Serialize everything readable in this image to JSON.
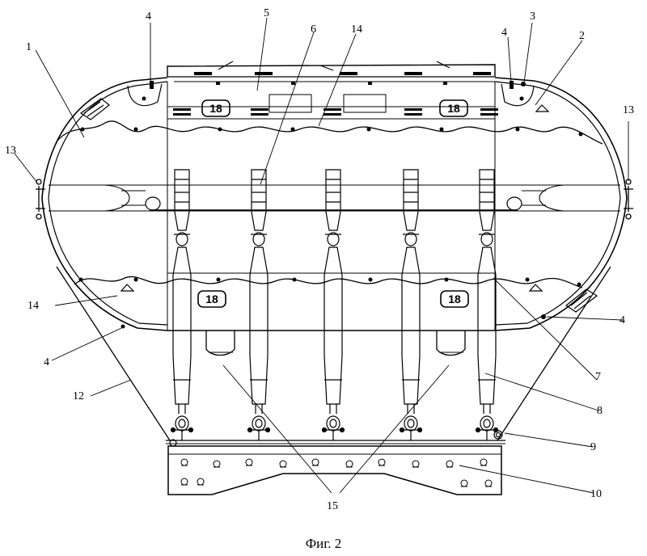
{
  "figure": {
    "caption": "Фиг. 2",
    "badge_number": "18",
    "labels": [
      "1",
      "2",
      "3",
      "4",
      "4",
      "4",
      "4",
      "5",
      "6",
      "7",
      "8",
      "9",
      "10",
      "12",
      "13",
      "13",
      "14",
      "14",
      "15"
    ]
  }
}
